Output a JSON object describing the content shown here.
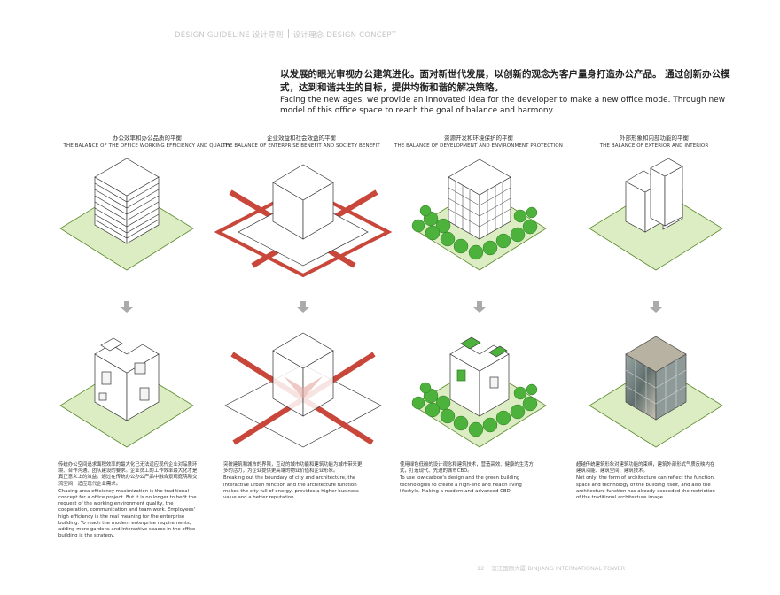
{
  "header": {
    "left": "DESIGN GUIDELINE 设计导则",
    "right": "设计理念 DESIGN CONCEPT"
  },
  "intro": {
    "cn": "以发展的眼光审视办公建筑进化。面对新世代发展，以创新的观念为客户量身打造办公产品。 通过创新办公模式，达到和谐共生的目标，提供均衡和谐的解决策略。",
    "en": "Facing the new ages, we provide an innovated idea for the developer to make a new office mode. Through new model of this office space to reach the goal of balance and harmony."
  },
  "columns": [
    {
      "title_cn": "办公效率和办公品质的平衡",
      "title_en": "THE BALANCE OF THE OFFICE WORKING EFFICIENCY AND QUALITY",
      "text_cn": "传统办公空间追求面积效率的最大化已无法适应现代企业对品质环境、合作沟通、团队建设的要求。企业员工的工作效率最大化才是真正意义上的效益。通过在传统办公办公产品中融合景观庭院和交流空间，适应现代企业需求。",
      "text_en": "Chasing area efficiency maximization is the traditional concept for a office project. But it is no longer to befit the request of the working environment quality, the cooperation, communication and team work. Employees' high efficiency is the real meaning for the enterprise building. To reach the modern enterprise requirements, adding more gardens and interactive spaces in the office building is the strategy."
    },
    {
      "title_cn": "企业效益和社会效益的平衡",
      "title_en": "THE BALANCE OF ENTERPRISE BENEFIT AND SOCIETY BENEFIT",
      "text_cn": "突破建筑和城市的界限，互动的城市功能和建筑功能为城市带来更多的活力，为企业提供更高端的物业价值和企业形象。",
      "text_en": "Breaking out the boundary of city and architecture, the interactive urban function and the architecture function makes the city full of energy, provides a higher business value and a better reputation."
    },
    {
      "title_cn": "资源开发和环境保护的平衡",
      "title_en": "THE BALANCE OF DEVELOPMENT AND ENVIRONMENT PROTECTION",
      "text_cn": "使用绿色低碳的设计观念和建筑技术，营造高效、健康的生活方式，打造现代、先进的城市CBD。",
      "text_en": "To use low-carbon's design and the green building technologies to create a high-end and health living lifestyle. Making a modern and advanced CBD."
    },
    {
      "title_cn": "外部形象和内部功能的平衡",
      "title_en": "THE BALANCE OF EXTERIOR AND INTERIOR",
      "text_cn": "超越传统建筑形象对建筑功能的束缚，建筑外部形式气质反映内在建筑功能、建筑空间、建筑技术。",
      "text_en": "Not only, the form of architecture can reflect the function, space and technology of the building itself, and also the architecture function has already exceeded the restriction of the traditional architecture image."
    }
  ],
  "footer": {
    "page": "12",
    "project": "滨江国际大厦 BINJIANG INTERNATIONAL TOWER"
  },
  "colors": {
    "green_fill": "#dcedc4",
    "green_stroke": "#5a8a2a",
    "tree_green": "#4db23c",
    "red": "#c8473a",
    "gray_text": "#c6c6c6"
  },
  "icons": [
    "arrow-down-icon"
  ]
}
